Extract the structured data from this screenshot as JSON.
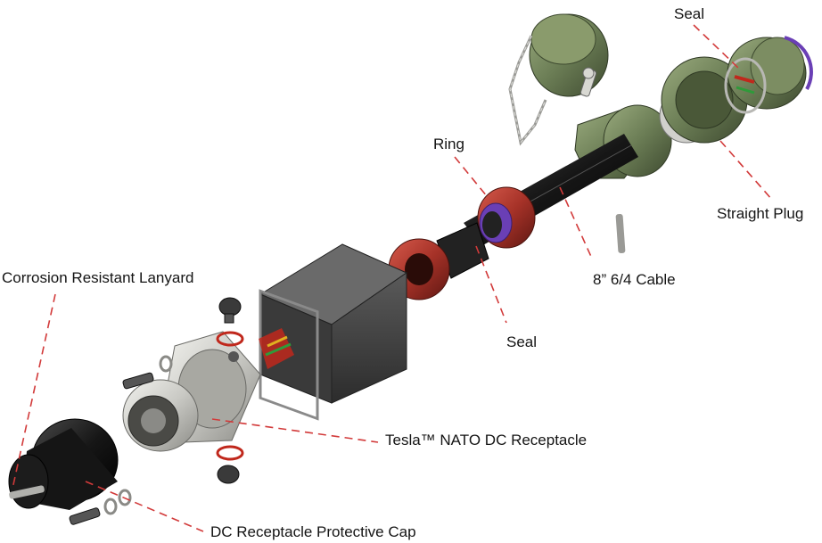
{
  "labels": {
    "seal_top": "Seal",
    "straight_plug": "Straight Plug",
    "ring": "Ring",
    "cable": "8” 6/4 Cable",
    "seal_mid": "Seal",
    "lanyard": "Corrosion Resistant Lanyard",
    "receptacle": "Tesla™ NATO DC Receptacle",
    "protective_cap": "DC Receptacle Protective Cap"
  },
  "colors": {
    "leader": "#d23a3a",
    "plug_green": "#6b7d55",
    "cable_black": "#141414",
    "box_gray": "#3a3a3a",
    "gland_red": "#a63228",
    "seal_purple": "#6a3fb5",
    "receptacle_silver": "#c9c9c4",
    "cap_black": "#111111"
  },
  "icons": [
    "dust-cap-icon",
    "chain-icon",
    "plug-icon",
    "cable-icon",
    "gland-icon",
    "junction-box-icon",
    "receptacle-icon",
    "protective-cap-icon",
    "screw-icon",
    "washer-icon"
  ]
}
